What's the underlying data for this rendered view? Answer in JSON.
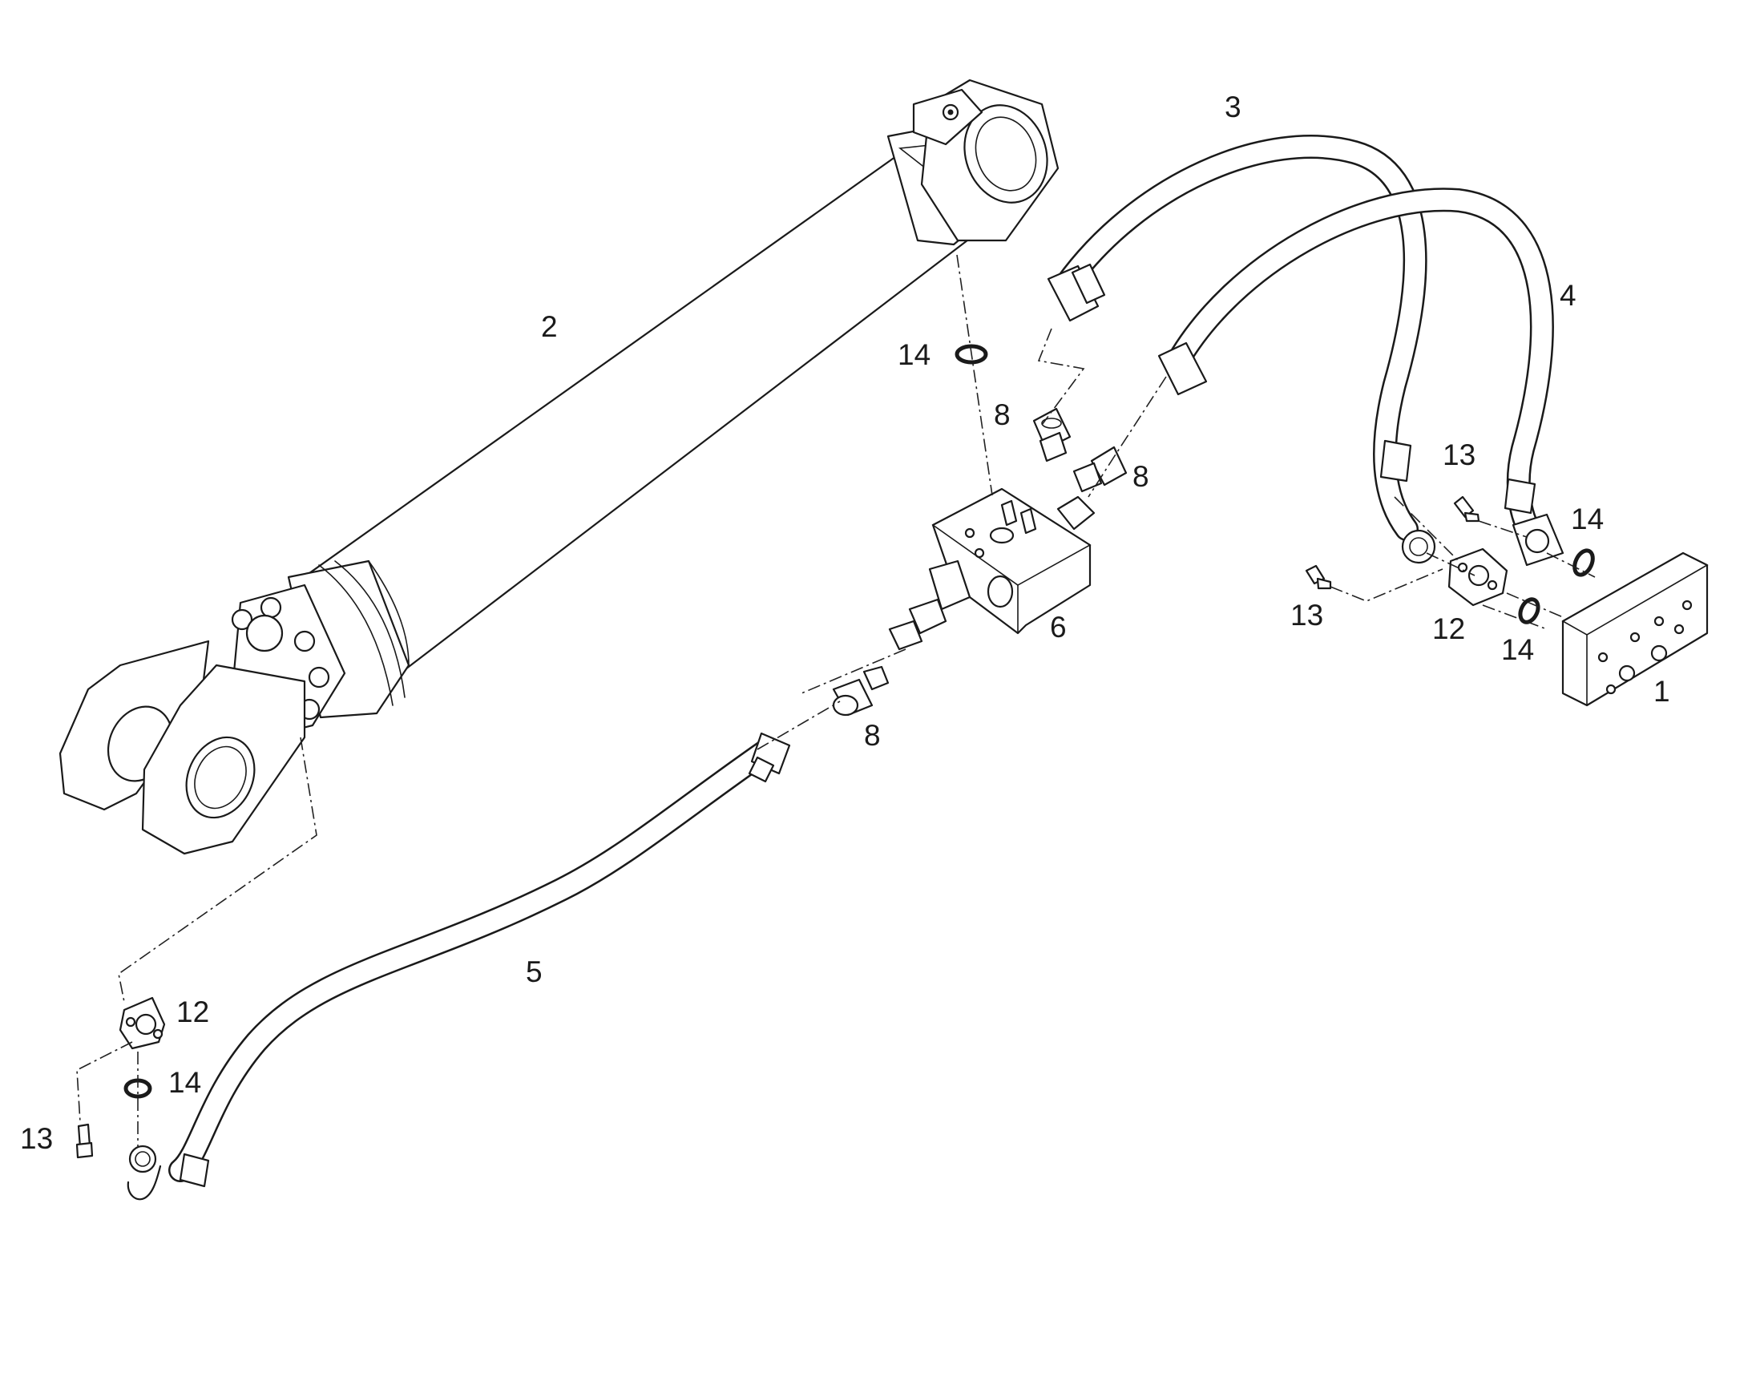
{
  "callouts": {
    "c1": "1",
    "c2": "2",
    "c3": "3",
    "c4": "4",
    "c5": "5",
    "c6": "6",
    "c8a": "8",
    "c8b": "8",
    "c8c": "8",
    "c12a": "12",
    "c12b": "12",
    "c13a": "13",
    "c13b": "13",
    "c13c": "13",
    "c14a": "14",
    "c14b": "14",
    "c14c": "14",
    "c14d": "14"
  },
  "colors": {
    "line": "#1a1a1a",
    "background": "#ffffff"
  }
}
